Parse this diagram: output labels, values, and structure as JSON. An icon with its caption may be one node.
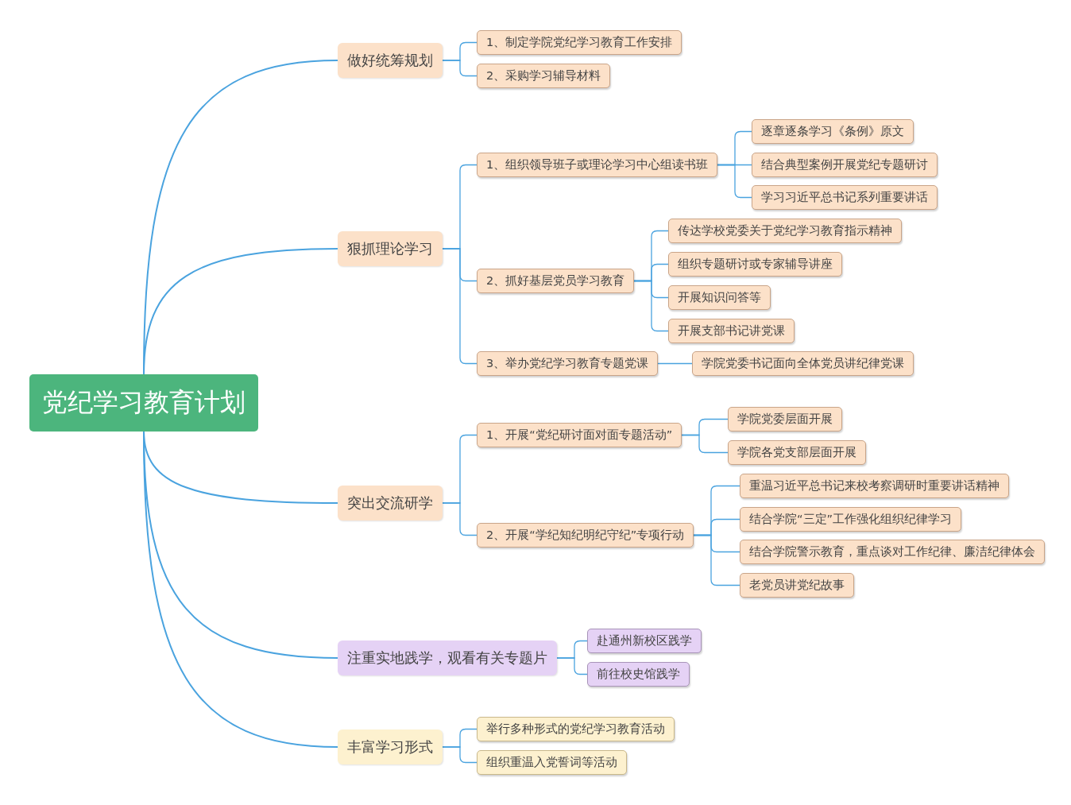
{
  "diagram": {
    "nodes": [
      {
        "text": [
          "党纪学习教育计划"
        ]
      },
      {
        "text": [
          "做好统筹规划"
        ]
      },
      {
        "text": [
          "1、制定学院党纪学习教育工作安排"
        ]
      },
      {
        "text": [
          "2、采购学习辅导材料"
        ]
      },
      {
        "text": [
          "狠抓理论学习"
        ]
      },
      {
        "text": [
          "1、组织领导班子或理论学习中心组读书班"
        ]
      },
      {
        "text": [
          "逐章逐条学习《条例》原文"
        ]
      },
      {
        "text": [
          "结合典型案例开展党纪专题研讨"
        ]
      },
      {
        "text": [
          "学习习近平总书记系列重要讲话"
        ]
      },
      {
        "text": [
          "2、抓好基层党员学习教育"
        ]
      },
      {
        "text": [
          "传达学校党委关于党纪学习教育指示精神"
        ]
      },
      {
        "text": [
          "组织专题研讨或专家辅导讲座"
        ]
      },
      {
        "text": [
          "开展知识问答等"
        ]
      },
      {
        "text": [
          "开展支部书记讲党课"
        ]
      },
      {
        "text": [
          "3、举办党纪学习教育专题党课"
        ]
      },
      {
        "text": [
          "学院党委书记面向全体党员讲纪律党课"
        ]
      },
      {
        "text": [
          "突出交流研学"
        ]
      },
      {
        "text": [
          "1、开展“党纪研讨面对面专题活动”"
        ]
      },
      {
        "text": [
          "学院党委层面开展"
        ]
      },
      {
        "text": [
          "学院各党支部层面开展"
        ]
      },
      {
        "text": [
          "2、开展“学纪知纪明纪守纪”专项行动"
        ]
      },
      {
        "text": [
          "重温习近平总书记来校考察调研时重要讲话精神"
        ]
      },
      {
        "text": [
          "结合学院“三定”工作强化组织纪律学习"
        ]
      },
      {
        "text": [
          "结合学院警示教育，重点谈对工作纪律、廉洁纪律体会"
        ]
      },
      {
        "text": [
          "老党员讲党纪故事"
        ]
      },
      {
        "text": [
          "注重实地践学，观看有关专题片"
        ]
      },
      {
        "text": [
          "赴通州新校区践学"
        ]
      },
      {
        "text": [
          "前往校史馆践学"
        ]
      },
      {
        "text": [
          "丰富学习形式"
        ]
      },
      {
        "text": [
          "举行多种形式的党纪学习教育活动"
        ]
      },
      {
        "text": [
          "组织重温入党誓词等活动"
        ]
      }
    ],
    "edges": [
      {
        "from": 0,
        "to": 1,
        "arrow": "none"
      },
      {
        "from": 0,
        "to": 4,
        "arrow": "none"
      },
      {
        "from": 0,
        "to": 16,
        "arrow": "none"
      },
      {
        "from": 0,
        "to": 25,
        "arrow": "none"
      },
      {
        "from": 0,
        "to": 28,
        "arrow": "none"
      },
      {
        "from": 1,
        "to": 2,
        "arrow": "none"
      },
      {
        "from": 1,
        "to": 3,
        "arrow": "none"
      },
      {
        "from": 4,
        "to": 5,
        "arrow": "none"
      },
      {
        "from": 4,
        "to": 9,
        "arrow": "none"
      },
      {
        "from": 4,
        "to": 14,
        "arrow": "none"
      },
      {
        "from": 5,
        "to": 6,
        "arrow": "none"
      },
      {
        "from": 5,
        "to": 7,
        "arrow": "none"
      },
      {
        "from": 5,
        "to": 8,
        "arrow": "none"
      },
      {
        "from": 9,
        "to": 10,
        "arrow": "none"
      },
      {
        "from": 9,
        "to": 11,
        "arrow": "none"
      },
      {
        "from": 9,
        "to": 12,
        "arrow": "none"
      },
      {
        "from": 9,
        "to": 13,
        "arrow": "none"
      },
      {
        "from": 14,
        "to": 15,
        "arrow": "none"
      },
      {
        "from": 16,
        "to": 17,
        "arrow": "none"
      },
      {
        "from": 16,
        "to": 20,
        "arrow": "none"
      },
      {
        "from": 17,
        "to": 18,
        "arrow": "none"
      },
      {
        "from": 17,
        "to": 19,
        "arrow": "none"
      },
      {
        "from": 20,
        "to": 21,
        "arrow": "none"
      },
      {
        "from": 20,
        "to": 22,
        "arrow": "none"
      },
      {
        "from": 20,
        "to": 23,
        "arrow": "none"
      },
      {
        "from": 20,
        "to": 24,
        "arrow": "none"
      },
      {
        "from": 25,
        "to": 26,
        "arrow": "none"
      },
      {
        "from": 25,
        "to": 27,
        "arrow": "none"
      },
      {
        "from": 28,
        "to": 29,
        "arrow": "none"
      },
      {
        "from": 28,
        "to": 30,
        "arrow": "none"
      }
    ]
  }
}
